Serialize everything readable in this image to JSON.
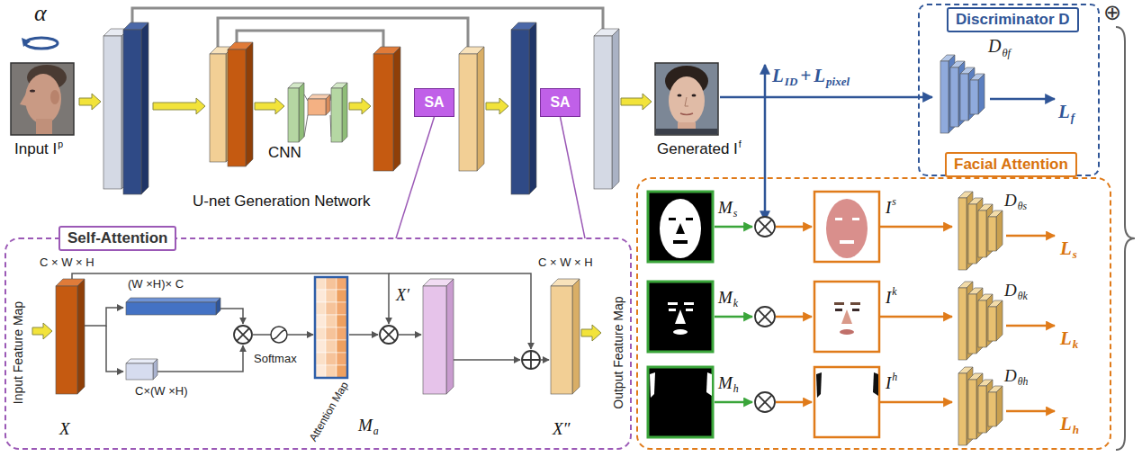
{
  "diagram": {
    "nodes": [
      {
        "text": [
          "SA"
        ]
      },
      {
        "text": [
          "SA"
        ]
      },
      {
        "text": [
          "Discriminator D"
        ]
      },
      {
        "text": [
          "Facial Attention"
        ]
      },
      {
        "text": [
          "Self-Attention"
        ]
      }
    ],
    "edges": [
      {
        "from": 0,
        "to": 4,
        "arrow": "none"
      },
      {
        "from": 1,
        "to": 4,
        "arrow": "none"
      }
    ],
    "labels": [
      "α",
      "Input I",
      "p",
      "CNN",
      "U-net Generation Network",
      "Generated I",
      "f",
      "L",
      "ID",
      "+",
      "L",
      "pixel",
      "D",
      "θf",
      "L",
      "f",
      "⊕",
      "M",
      "s",
      "I",
      "s",
      "D",
      "θs",
      "L",
      "s",
      "M",
      "k",
      "I",
      "k",
      "D",
      "θk",
      "L",
      "k",
      "M",
      "h",
      "I",
      "h",
      "D",
      "θh",
      "L",
      "h",
      "C × W × H",
      "(W ×H)× C",
      "C×(W ×H)",
      "Softmax",
      "Attention Map",
      "X′",
      "C × W × H",
      "Input Feature Map",
      "Output Feature Map",
      "X",
      "M",
      "a",
      "X″"
    ]
  }
}
